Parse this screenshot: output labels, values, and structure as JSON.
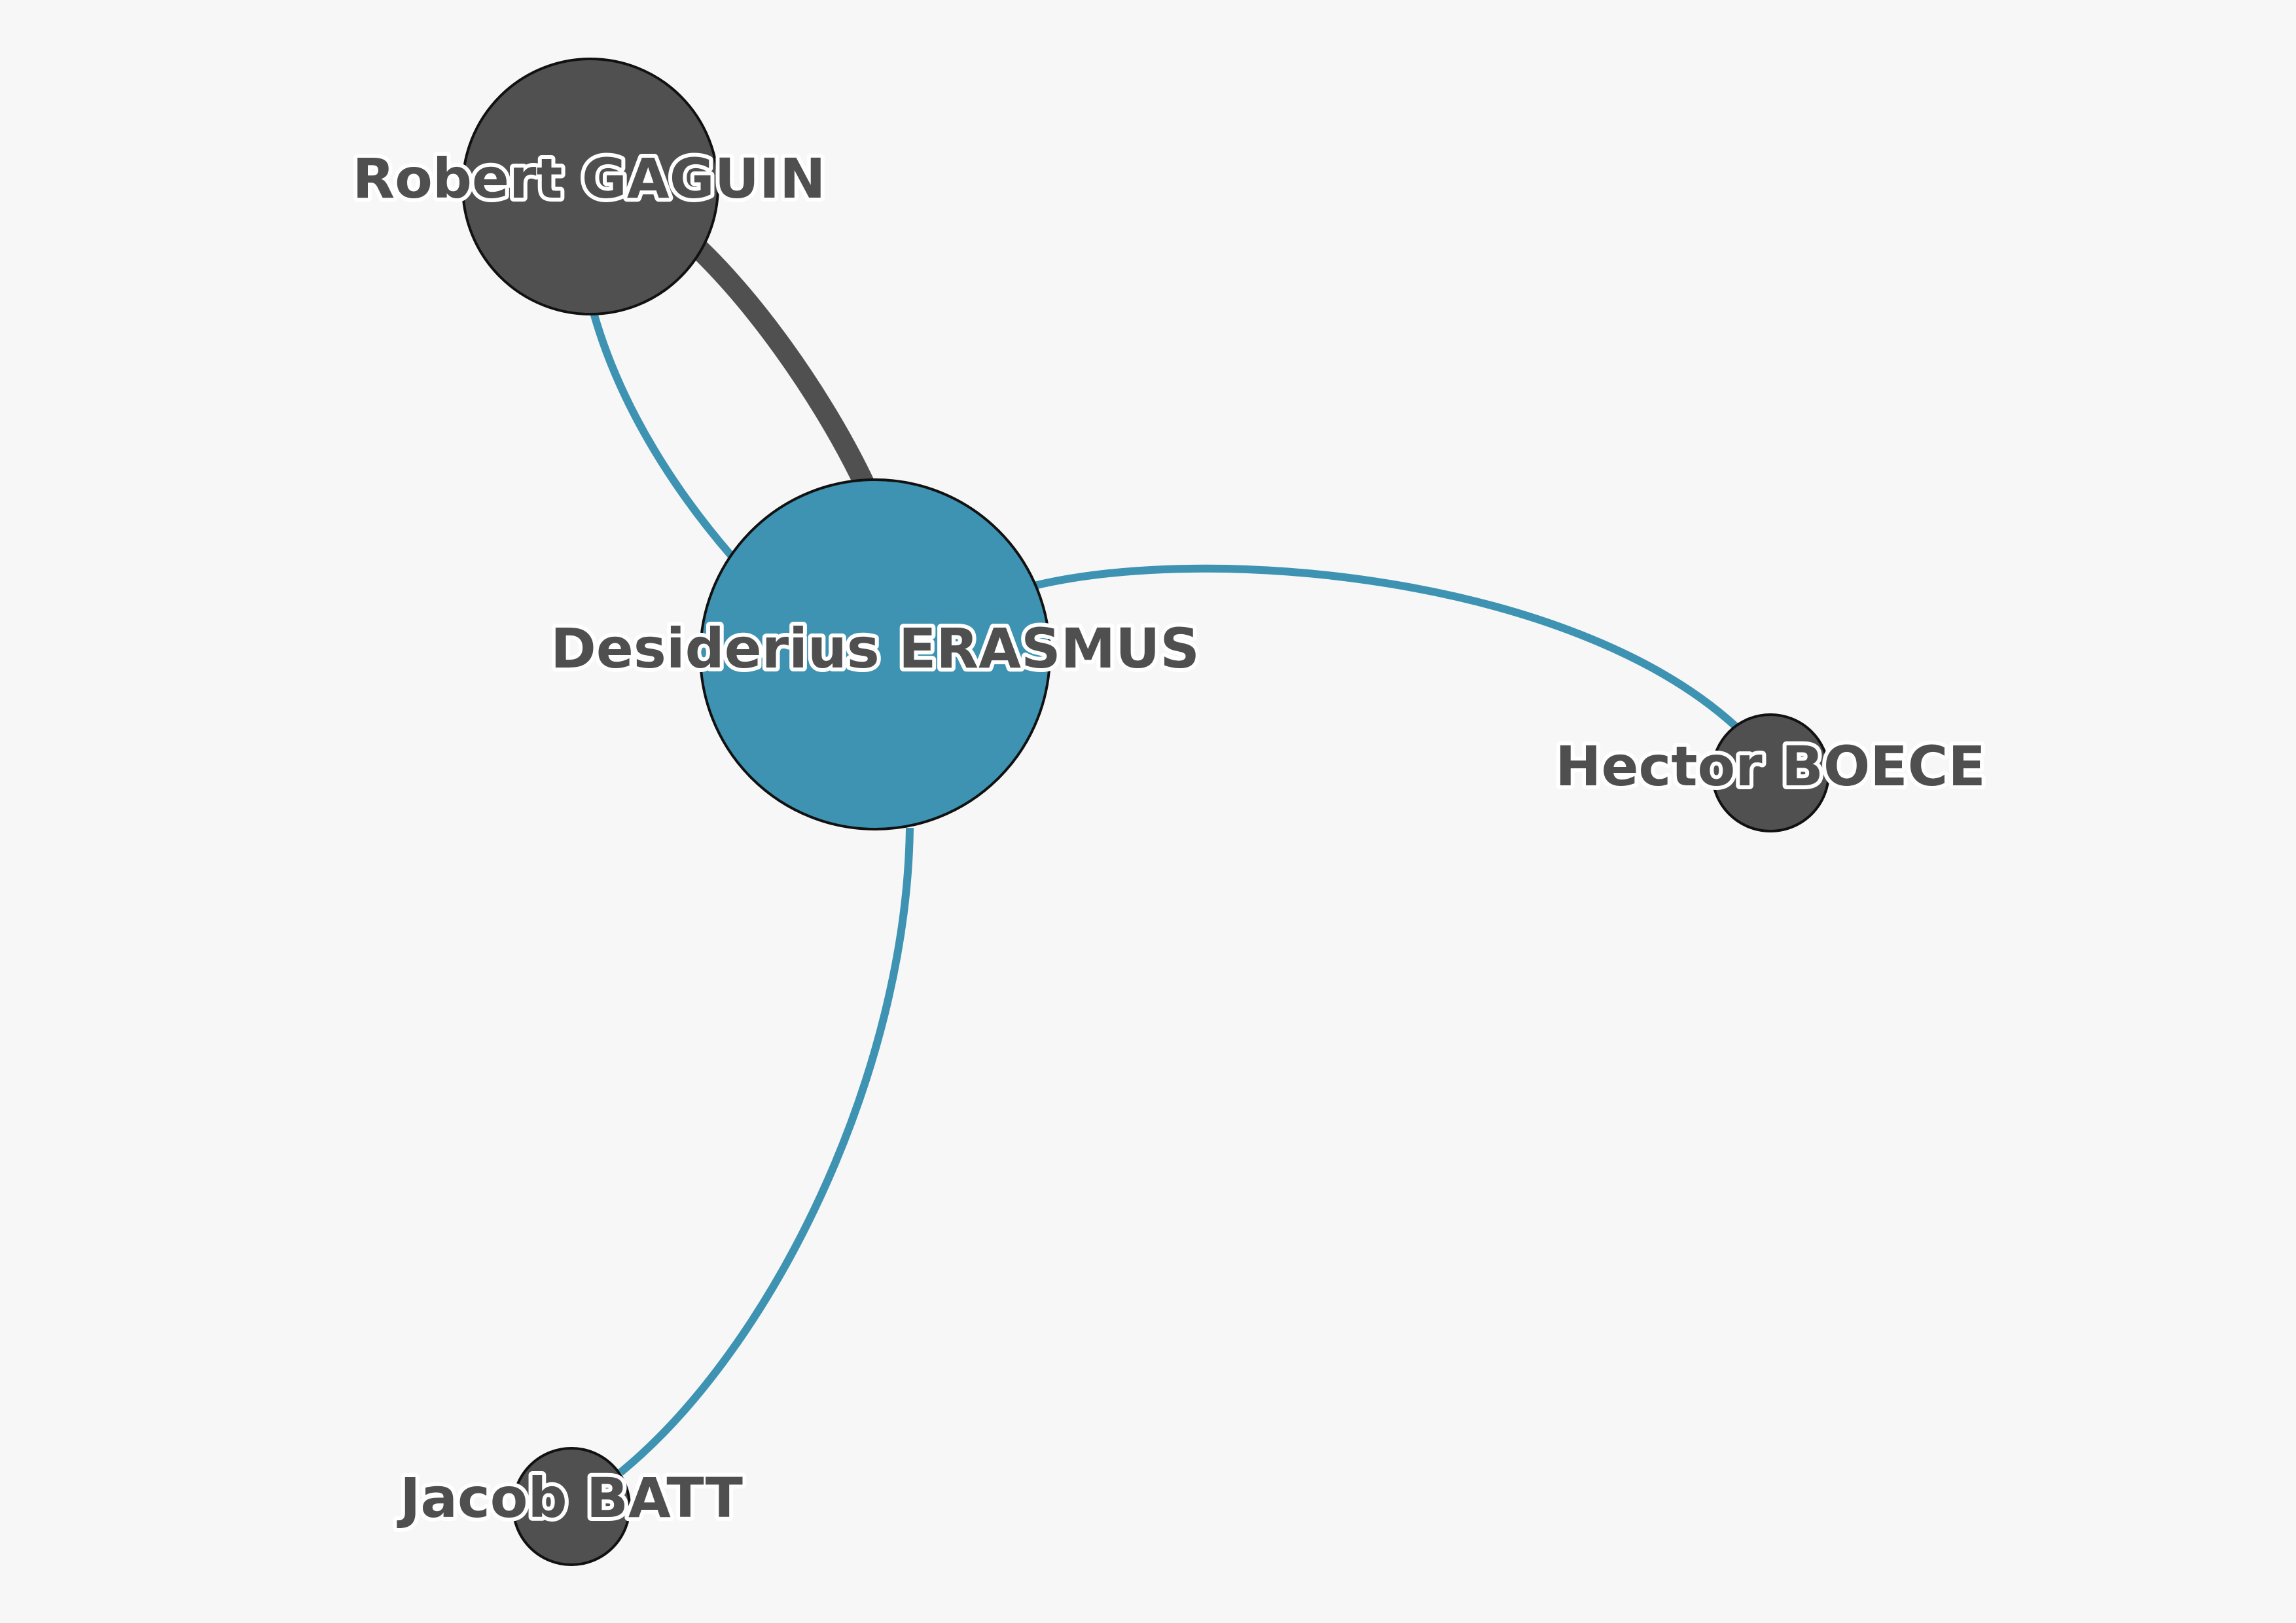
{
  "colors": {
    "background": "#f7f7f7",
    "accent": "#3d93b1",
    "default_node": "#505050",
    "default_edge": "#505050",
    "label_text": "#4f4f4f",
    "label_halo": "#ffffff"
  },
  "nodes": [
    {
      "id": "erasmus",
      "label": "Desiderius ERASMUS",
      "color": "#3d93b1",
      "highlighted": true
    },
    {
      "id": "gaguin",
      "label": "Robert GAGUIN",
      "color": "#505050",
      "highlighted": false
    },
    {
      "id": "boece",
      "label": "Hector BOECE",
      "color": "#505050",
      "highlighted": false
    },
    {
      "id": "batt",
      "label": "Jacob BATT",
      "color": "#505050",
      "highlighted": false
    }
  ],
  "edges": [
    {
      "source": "gaguin",
      "target": "erasmus",
      "color": "#505050",
      "weight": "heavy"
    },
    {
      "source": "erasmus",
      "target": "gaguin",
      "color": "#3d93b1",
      "weight": "light"
    },
    {
      "source": "erasmus",
      "target": "boece",
      "color": "#3d93b1",
      "weight": "light"
    },
    {
      "source": "erasmus",
      "target": "batt",
      "color": "#3d93b1",
      "weight": "light"
    }
  ]
}
